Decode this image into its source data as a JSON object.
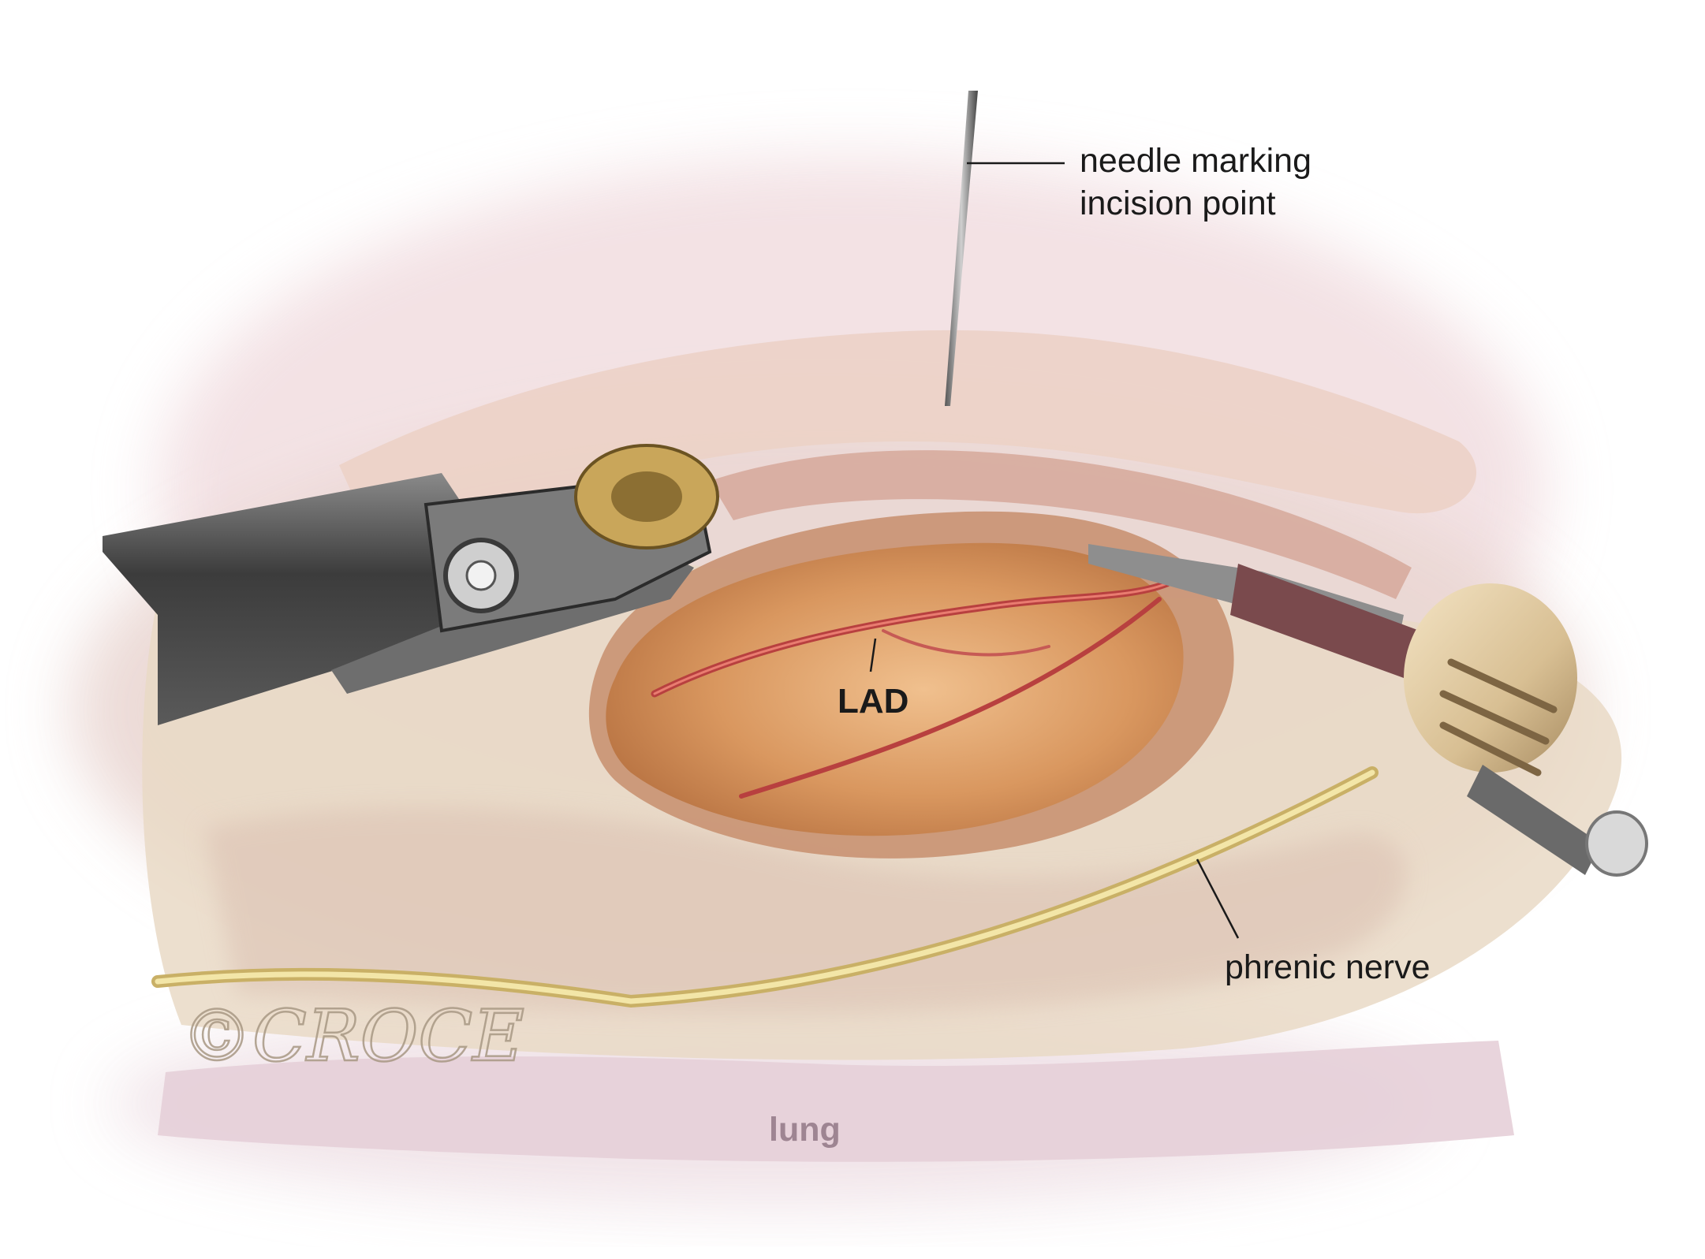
{
  "labels": {
    "needle_line1": "needle marking",
    "needle_line2": "incision point",
    "lad": "LAD",
    "phrenic": "phrenic nerve",
    "lung": "lung"
  },
  "signature": "©CROCE",
  "colors": {
    "background": "#ffffff",
    "pleura_pink": "#ecd3d6",
    "heart_tan": "#d99a66",
    "artery_red": "#c94a4a",
    "nerve_yellow": "#e8d58a",
    "instrument_dark": "#4a4a4a",
    "brass": "#c9a65a",
    "lung_label": "#9e8592"
  }
}
